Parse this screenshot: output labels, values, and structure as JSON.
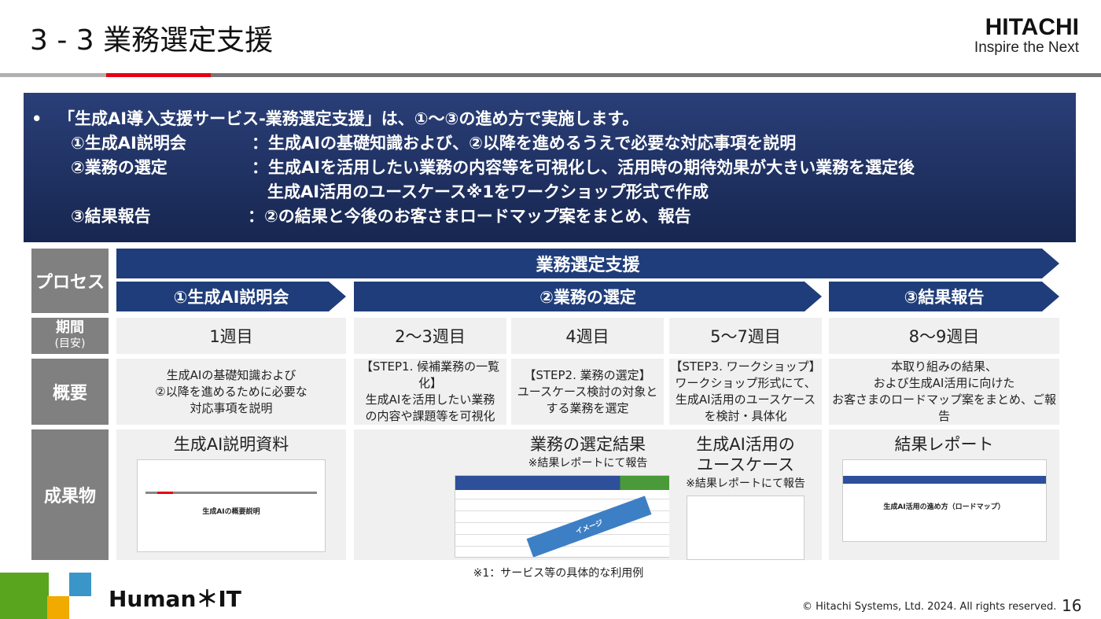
{
  "header": {
    "title": "3 - 3  業務選定支援",
    "logo_main": "HITACHI",
    "logo_tagline": "Inspire the Next"
  },
  "banner": {
    "lines": [
      {
        "bullet": "•",
        "label": "「生成AI導入支援サービス-業務選定支援」は、①～③の進め方で実施します。",
        "text": ""
      },
      {
        "label": "①生成AI説明会",
        "text": "：生成AIの基礎知識および、②以降を進めるうえで必要な対応事項を説明"
      },
      {
        "label": "②業務の選定",
        "text": "：生成AIを活用したい業務の内容等を可視化し、活用時の期待効果が大きい業務を選定後"
      },
      {
        "label": "",
        "text": "生成AI活用のユースケース※1をワークショップ形式で作成"
      },
      {
        "label": "③結果報告",
        "text": "：②の結果と今後のお客さまロードマップ案をまとめ、報告"
      }
    ]
  },
  "table": {
    "labels": {
      "process": "プロセス",
      "period": "期間",
      "period_sub": "(目安)",
      "summary": "概要",
      "deliverable": "成果物"
    },
    "main_arrow": "業務選定支援",
    "phases": [
      "①生成AI説明会",
      "②業務の選定",
      "③結果報告"
    ],
    "periods": [
      "1週目",
      "2～3週目",
      "4週目",
      "5～7週目",
      "8～9週目"
    ],
    "summaries": [
      [
        "生成AIの基礎知識および",
        "②以降を進めるために必要な",
        "対応事項を説明"
      ],
      [
        "【STEP1. 候補業務の一覧化】",
        "生成AIを活用したい業務",
        "の内容や課題等を可視化"
      ],
      [
        "【STEP2. 業務の選定】",
        "ユースケース検討の対象と",
        "する業務を選定"
      ],
      [
        "【STEP3. ワークショップ】",
        "ワークショップ形式にて、",
        "生成AI活用のユースケース",
        "を検討・具体化"
      ],
      [
        "本取り組みの結果、",
        "および生成AI活用に向けた",
        "お客さまのロードマップ案をまとめ、ご報告"
      ]
    ],
    "deliverables": [
      {
        "title": "生成AI説明資料",
        "note": "",
        "thumb": "生成AIの概要説明"
      },
      {
        "title": "業務の選定結果",
        "note": "※結果レポートにて報告",
        "thumb": "イメージ"
      },
      {
        "title": "生成AI活用の\nユースケース",
        "note": "※結果レポートにて報告",
        "thumb": ""
      },
      {
        "title": "結果レポート",
        "note": "",
        "thumb": "生成AI活用の進め方（ロードマップ）"
      }
    ]
  },
  "footnote": "※1：サービス等の具体的な利用例",
  "footer": {
    "brand": "Human＊IT",
    "copyright": "© Hitachi Systems, Ltd. 2024. All rights reserved.",
    "page": "16"
  },
  "colors": {
    "navy": "#1f3d7a",
    "red": "#e60012",
    "gray": "#808080"
  }
}
